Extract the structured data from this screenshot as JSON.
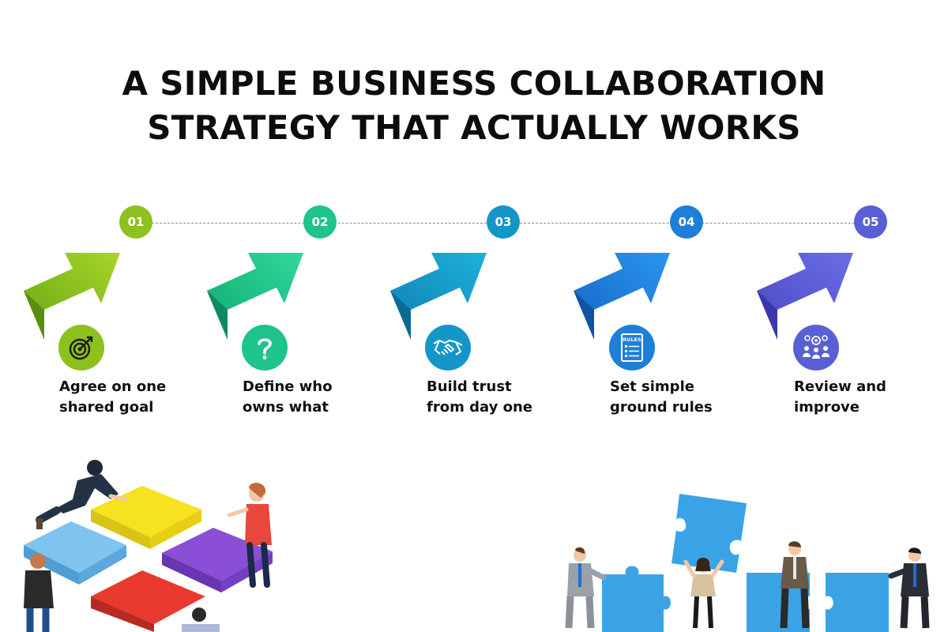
{
  "title": {
    "line1": "A SIMPLE BUSINESS COLLABORATION",
    "line2": "STRATEGY THAT ACTUALLY WORKS"
  },
  "steps": [
    {
      "number": "01",
      "label_line1": "Agree on one",
      "label_line2": "shared goal",
      "icon": "target-icon",
      "color": "#8dc11e"
    },
    {
      "number": "02",
      "label_line1": "Define who",
      "label_line2": "owns what",
      "icon": "question-icon",
      "color": "#1ec48a"
    },
    {
      "number": "03",
      "label_line1": "Build trust",
      "label_line2": "from day one",
      "icon": "handshake-icon",
      "color": "#1496c9"
    },
    {
      "number": "04",
      "label_line1": "Set simple",
      "label_line2": "ground rules",
      "icon": "rules-icon",
      "color": "#1f7fd8"
    },
    {
      "number": "05",
      "label_line1": "Review and",
      "label_line2": "improve",
      "icon": "team-gears-icon",
      "color": "#5a5fd6"
    }
  ],
  "illustrations": {
    "rules_icon_text": "RULES"
  }
}
